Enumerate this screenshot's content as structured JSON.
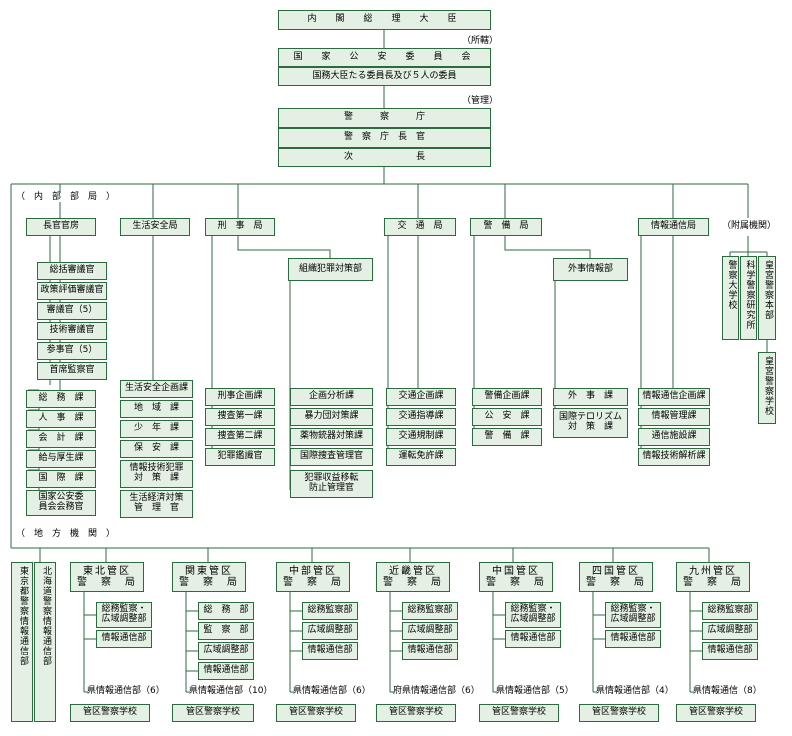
{
  "pm": "内　閣　総　理　大　臣",
  "rel_shokatsu": "（所轄）",
  "npsc": {
    "name": "国　家　公　安　委　員　会",
    "desc": "国務大臣たる委員長及び５人の委員"
  },
  "rel_kanri": "（管理）",
  "npa": {
    "agency": "警　　　察　　　庁",
    "commissioner": "警　察　庁　長　官",
    "deputy": "次　　　　　　　長"
  },
  "internal_label": "（　内　部　部　局　）",
  "attached_label": "（附属機関）",
  "regional_label": "（　地　方　機　関　）",
  "bureaus": {
    "secretariat": {
      "name": "長官官房",
      "staff": [
        "総括審議官",
        "政策評価審議官",
        "審議官（5）",
        "技術審議官",
        "参事官（5）",
        "首席監察官"
      ],
      "divisions": [
        "総　務　課",
        "人　事　課",
        "会　計　課",
        "給与厚生課",
        "国　際　課",
        "国家公安委\n員会会務官"
      ]
    },
    "community": {
      "name": "生活安全局",
      "divisions": [
        "生活安全企画課",
        "地　域　課",
        "少　年　課",
        "保　安　課",
        "情報技術犯罪\n対　策　課",
        "生活経済対策\n管　理　官"
      ]
    },
    "criminal": {
      "name": "刑　事　局",
      "organized_crime": "組織犯罪対策部",
      "divisions": [
        "刑事企画課",
        "捜査第一課",
        "捜査第二課",
        "犯罪鑑識官"
      ],
      "oc_divisions": [
        "企画分析課",
        "暴力団対策課",
        "薬物銃器対策課",
        "国際捜査管理官",
        "犯罪収益移転\n防止管理官"
      ]
    },
    "traffic": {
      "name": "交　通　局",
      "divisions": [
        "交通企画課",
        "交通指導課",
        "交通規制課",
        "運転免許課"
      ]
    },
    "security": {
      "name": "警　備　局",
      "foreign_affairs": "外事情報部",
      "divisions": [
        "警備企画課",
        "公　安　課",
        "警　備　課"
      ],
      "fa_divisions": [
        "外　事　課",
        "国際テロリズム\n対　策　課"
      ]
    },
    "info_comm": {
      "name": "情報通信局",
      "divisions": [
        "情報通信企画課",
        "情報管理課",
        "通信施設課",
        "情報技術解析課"
      ]
    }
  },
  "attached": [
    "警察大学校",
    "科学警察研究所",
    "皇宮警察本部",
    "皇宮警察学校"
  ],
  "tokyo": [
    "東京都警察情報通信部",
    "北海道警察情報通信部"
  ],
  "regions": [
    {
      "name": "東北管区\n警　察　局",
      "units": [
        "総務監察・\n広域調整部",
        "情報通信部"
      ],
      "prefectural": "県情報通信部（6）",
      "school": "管区警察学校"
    },
    {
      "name": "関東管区\n警　察　局",
      "units": [
        "総　務　部",
        "監　察　部",
        "広域調整部",
        "情報通信部"
      ],
      "prefectural": "県情報通信部（10）",
      "school": "管区警察学校"
    },
    {
      "name": "中部管区\n警　察　局",
      "units": [
        "総務監察部",
        "広域調整部",
        "情報通信部"
      ],
      "prefectural": "県情報通信部（6）",
      "school": "管区警察学校"
    },
    {
      "name": "近畿管区\n警　察　局",
      "units": [
        "総務監察部",
        "広域調整部",
        "情報通信部"
      ],
      "prefectural": "府県情報通信部（6）",
      "school": "管区警察学校"
    },
    {
      "name": "中国管区\n警　察　局",
      "units": [
        "総務監察・\n広域調整部",
        "情報通信部"
      ],
      "prefectural": "県情報通信部（5）",
      "school": "管区警察学校"
    },
    {
      "name": "四国管区\n警　察　局",
      "units": [
        "総務監察・\n広域調整部",
        "情報通信部"
      ],
      "prefectural": "県情報通信部（4）",
      "school": "管区警察学校"
    },
    {
      "name": "九州管区\n警　察　局",
      "units": [
        "総務監察部",
        "広域調整部",
        "情報通信部"
      ],
      "prefectural": "県情報通信（8）",
      "school": "管区警察学校"
    }
  ]
}
